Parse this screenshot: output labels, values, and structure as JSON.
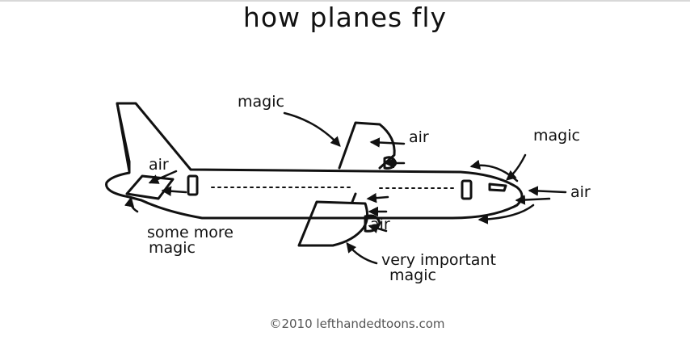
{
  "comic": {
    "title": "how planes fly",
    "labels": {
      "magic_top": "magic",
      "air_top": "air",
      "magic_nose": "magic",
      "air_nose": "air",
      "air_tail": "air",
      "some_more_magic_line1": "some more",
      "some_more_magic_line2": "magic",
      "air_engine": "air",
      "very_important_line1": "very important",
      "very_important_line2": "magic"
    },
    "footer": "©2010  lefthandedtoons.com"
  }
}
